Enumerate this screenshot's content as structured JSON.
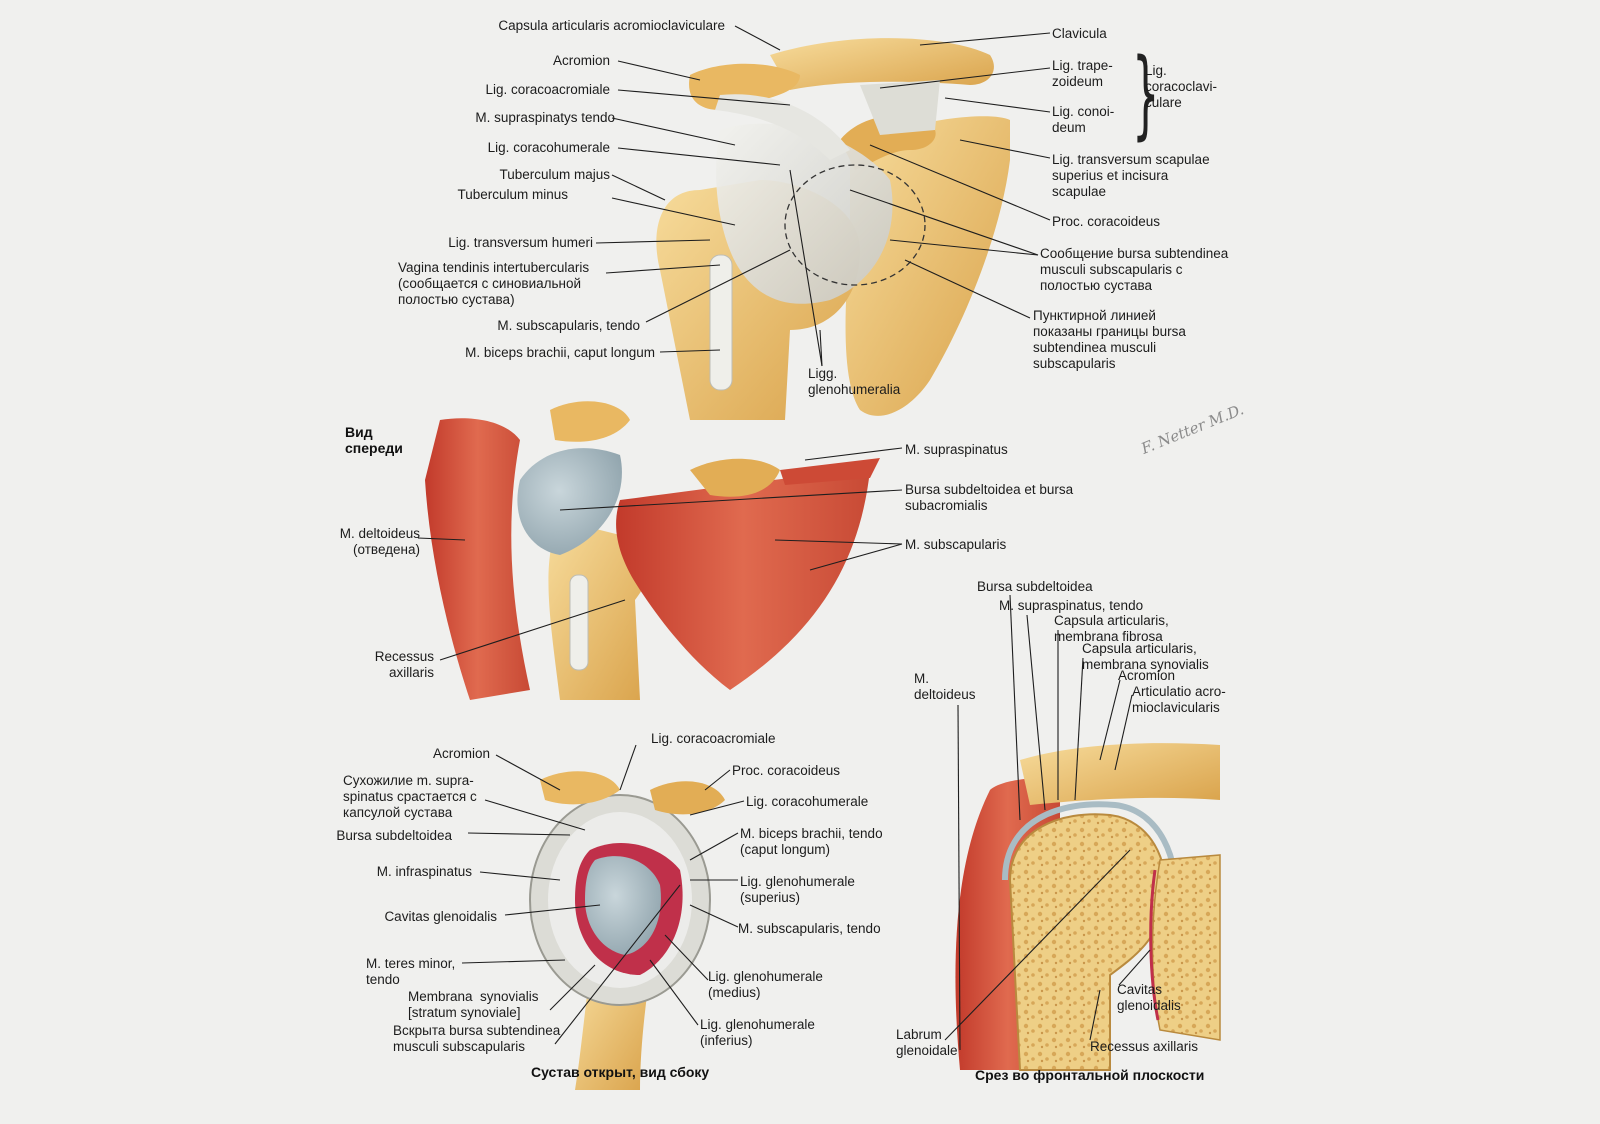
{
  "views": {
    "front_caption": "Вид\nспереди",
    "lateral_caption": "Сустав открыт, вид сбоку",
    "frontal_caption": "Срез во фронтальной плоскости"
  },
  "signature": "F. Netter M.D.",
  "top": {
    "capsula_ac": "Capsula articularis acromioclaviculare",
    "acromion": "Acromion",
    "lig_coracoacromiale": "Lig. coracoacromiale",
    "supraspinatus_tendo": "M. supraspinatys tendo",
    "lig_coracohumerale": "Lig. coracohumerale",
    "tuberculum_majus": "Tuberculum majus",
    "tuberculum_minus": "Tuberculum minus",
    "lig_transversum_humeri": "Lig. transversum humeri",
    "vagina": "Vagina tendinis intertubercularis\n(сообщается с синовиальной\nполостью сустава)",
    "subscapularis_tendo": "M. subscapularis, tendo",
    "biceps_longum": "M. biceps brachii, caput longum",
    "ligg_glenohumeralia": "Ligg.\nglenohumeralia",
    "clavicula": "Clavicula",
    "lig_trapezoideum": "Lig. trape-\nzoideum",
    "lig_conoideum": "Lig. conoi-\ndeum",
    "lig_coracoclaviculare": "Lig.\ncoracoclavi-\nculare",
    "lig_transversum_scapulae": "Lig. transversum scapulae\nsuperius et incisura\nscapulae",
    "proc_coracoideus": "Proc. coracoideus",
    "soobshchenie": "Сообщение bursa subtendinea\nmusculi subscapularis с\nполостью сустава",
    "punktirnoy": "Пунктирной линией\nпоказаны границы bursa\nsubtendinea musculi\nsubscapularis"
  },
  "middle": {
    "supraspinatus": "M. supraspinatus",
    "bursa_subdeltoidea": "Bursa subdeltoidea et bursa\nsubacromialis",
    "deltoideus": "M. deltoideus\n(отведена)",
    "subscapularis": "M. subscapularis",
    "recessus": "Recessus\naxillaris"
  },
  "lateral": {
    "acromion": "Acromion",
    "lig_coracoacromiale": "Lig. coracoacromiale",
    "proc_coracoideus": "Proc. coracoideus",
    "suhozhilie": "Сухожилие m. supra-\nspinatus срастается с\nкапсулой сустава",
    "lig_coracohumerale": "Lig. coracohumerale",
    "bursa_subdeltoidea": "Bursa subdeltoidea",
    "biceps_tendo": "M. biceps brachii, tendo\n(caput longum)",
    "infraspinatus": "M. infraspinatus",
    "gh_superius": "Lig. glenohumerale\n(superius)",
    "cavitas": "Cavitas glenoidalis",
    "subscapularis_tendo": "M. subscapularis, tendo",
    "teres_minor": "M. teres minor,\ntendo",
    "gh_medius": "Lig. glenohumerale\n(medius)",
    "membrana": "Membrana  synovialis\n[stratum synoviale]",
    "vskryta": "Вскрыта bursa subtendinea\nmusculi subscapularis",
    "gh_inferius": "Lig. glenohumerale\n(inferius)"
  },
  "frontal": {
    "bursa_subdeltoidea": "Bursa subdeltoidea",
    "supraspinatus_tendo": "M. supraspinatus, tendo",
    "capsula_fibrosa": "Capsula articularis,\nmembrana fibrosa",
    "capsula_synovialis": "Capsula articularis,\nmembrana synovialis",
    "acromion": "Acromion",
    "articulatio": "Articulatio acro-\nmioclavicularis",
    "deltoideus": "M.\ndeltoideus",
    "labrum": "Labrum\nglenoidale",
    "cavitas": "Cavitas\nglenoidalis",
    "recessus": "Recessus axillaris"
  },
  "colors": {
    "background": "#f0f0ee",
    "bone": "#f0c97a",
    "bone_dark": "#d9a24a",
    "ligament": "#e2e2de",
    "muscle": "#d8533e",
    "muscle_dark": "#b8382a",
    "bursa": "#a9bcc4",
    "synovial": "#c0304a",
    "leader": "#1e1e1e"
  }
}
